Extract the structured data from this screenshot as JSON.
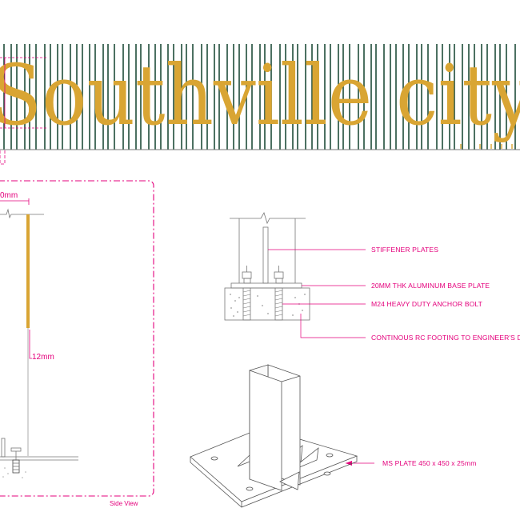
{
  "sign": {
    "text": "Southville city",
    "text_color": "#d9a533",
    "slat_color": "#1f4d3a"
  },
  "colors": {
    "annotation": "#e4007c",
    "linework": "#777777",
    "post": "#d9a533"
  },
  "side_view": {
    "top_dimension": "0mm",
    "thickness_dimension": "12mm",
    "caption": "Side View"
  },
  "detail_labels": {
    "stiffener": "STIFFENER PLATES",
    "base_plate": "20MM THK ALUMINUM BASE PLATE",
    "anchor_bolt": "M24 HEAVY DUTY ANCHOR BOLT",
    "footing": "CONTINOUS RC FOOTING TO ENGINEER'S DESIGN",
    "ms_plate": "MS PLATE 450 x 450 x 25mm"
  }
}
